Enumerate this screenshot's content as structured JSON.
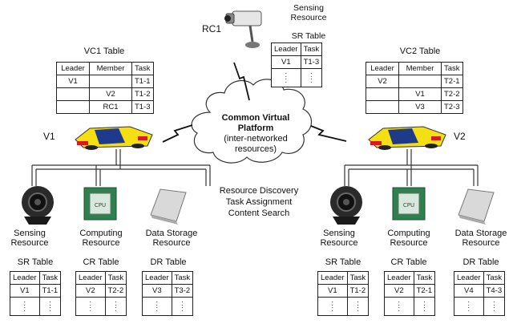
{
  "center": {
    "cloud_title": "Common Virtual Platform",
    "cloud_sub": "(inter-networked resources)",
    "services": [
      "Resource Discovery",
      "Task Assignment",
      "Content Search"
    ]
  },
  "rc1": {
    "label": "RC1",
    "caption": "Sensing Resource",
    "table_title": "SR Table",
    "headers": [
      "Leader",
      "Task"
    ],
    "rows": [
      [
        "V1",
        "T1-3"
      ]
    ]
  },
  "vc1": {
    "title": "VC1 Table",
    "node_label": "V1",
    "headers": [
      "Leader",
      "Member",
      "Task"
    ],
    "rows": [
      [
        "V1",
        "",
        "T1-1"
      ],
      [
        "",
        "V2",
        "T1-2"
      ],
      [
        "",
        "RC1",
        "T1-3"
      ]
    ],
    "resources": [
      {
        "name": "Sensing Resource",
        "table": "SR Table",
        "leader": "V1",
        "task": "T1-1"
      },
      {
        "name": "Computing Resource",
        "table": "CR Table",
        "leader": "V2",
        "task": "T2-2"
      },
      {
        "name": "Data Storage Resource",
        "table": "DR Table",
        "leader": "V3",
        "task": "T3-2"
      }
    ]
  },
  "vc2": {
    "title": "VC2 Table",
    "node_label": "V2",
    "headers": [
      "Leader",
      "Member",
      "Task"
    ],
    "rows": [
      [
        "V2",
        "",
        "T2-1"
      ],
      [
        "",
        "V1",
        "T2-2"
      ],
      [
        "",
        "V3",
        "T2-3"
      ]
    ],
    "resources": [
      {
        "name": "Sensing Resource",
        "table": "SR Table",
        "leader": "V1",
        "task": "T1-2"
      },
      {
        "name": "Computing Resource",
        "table": "CR Table",
        "leader": "V2",
        "task": "T2-1"
      },
      {
        "name": "Data Storage Resource",
        "table": "DR Table",
        "leader": "V4",
        "task": "T4-3"
      }
    ]
  },
  "small_table_headers": [
    "Leader",
    "Task"
  ],
  "dots": ":"
}
